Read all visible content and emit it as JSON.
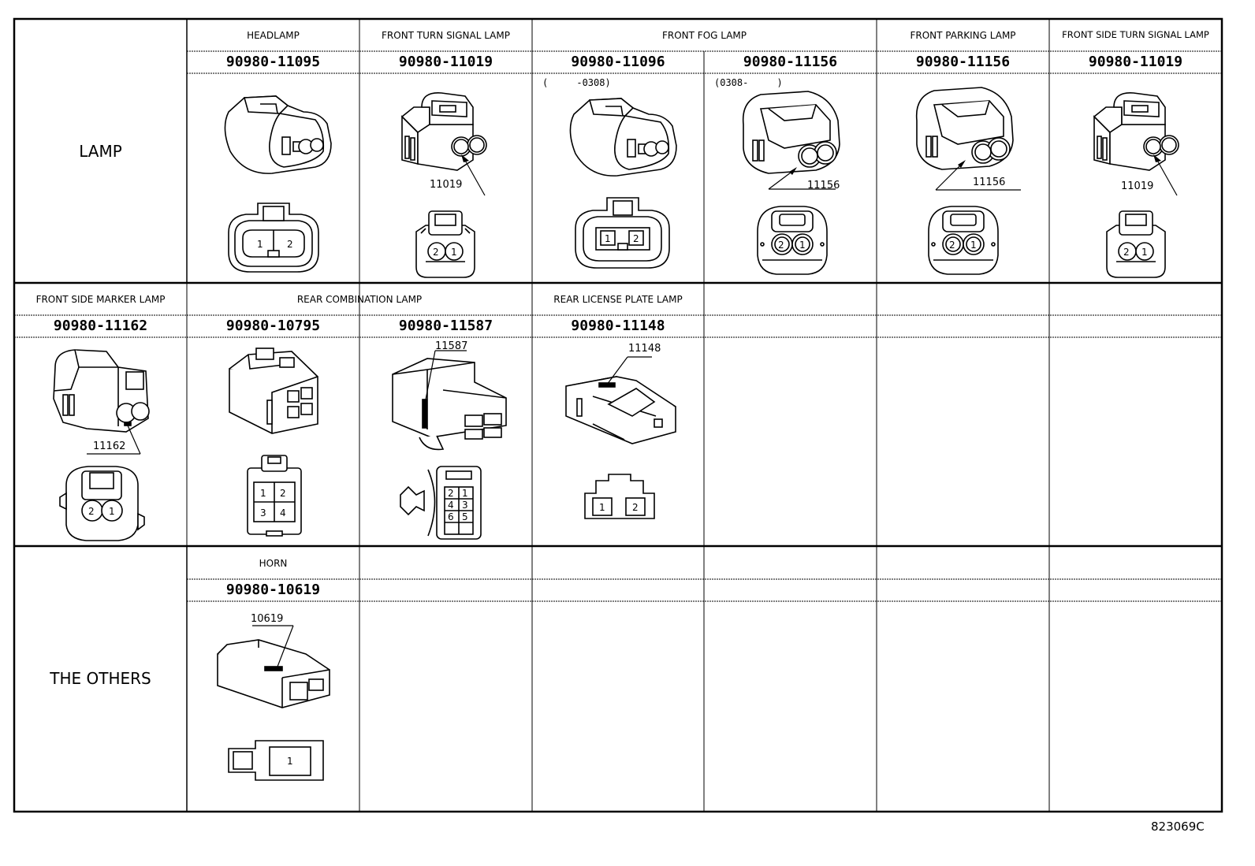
{
  "sections": {
    "lamp": "LAMP",
    "others": "THE OTHERS"
  },
  "row1": {
    "headlamp": {
      "label": "HEADLAMP",
      "pn": "90980-11095"
    },
    "front_turn": {
      "label": "FRONT TURN SIGNAL LAMP",
      "pn": "90980-11019",
      "ref": "11019"
    },
    "front_fog": {
      "label": "FRONT FOG LAMP",
      "pn_a": "90980-11096",
      "pn_b": "90980-11156",
      "date_a": "(     -0308)",
      "date_b": "(0308-     )",
      "ref_b": "11156"
    },
    "front_parking": {
      "label": "FRONT PARKING LAMP",
      "pn": "90980-11156",
      "ref": "11156"
    },
    "front_side_turn": {
      "label": "FRONT SIDE TURN SIGNAL LAMP",
      "pn": "90980-11019",
      "ref": "11019"
    }
  },
  "row2": {
    "front_side_marker": {
      "label": "FRONT SIDE MARKER LAMP",
      "pn": "90980-11162",
      "ref": "11162"
    },
    "rear_combination": {
      "label": "REAR COMBINATION LAMP",
      "pn_a": "90980-10795",
      "pn_b": "90980-11587",
      "ref_b": "11587"
    },
    "rear_license": {
      "label": "REAR LICENSE PLATE LAMP",
      "pn": "90980-11148",
      "ref": "11148"
    }
  },
  "row3": {
    "horn": {
      "label": "HORN",
      "pn": "90980-10619",
      "ref": "10619"
    }
  },
  "pins": {
    "p1": "1",
    "p2": "2",
    "p3": "3",
    "p4": "4",
    "p5": "5",
    "p6": "6"
  },
  "drawing_code": "823069C"
}
